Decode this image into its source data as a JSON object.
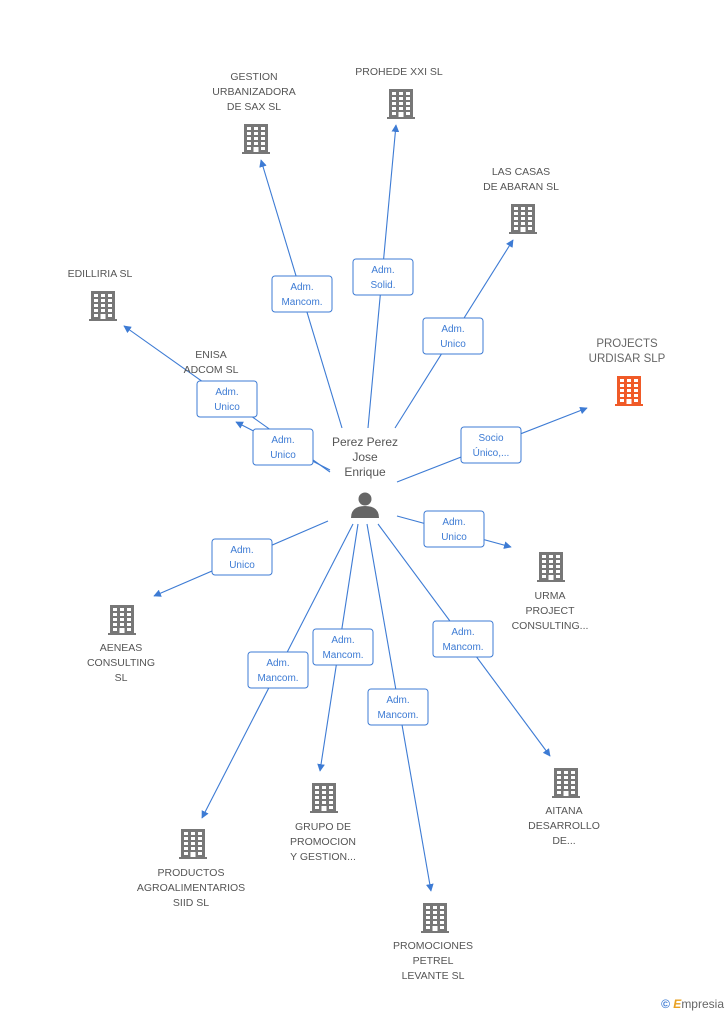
{
  "center": {
    "name_lines": [
      "Perez Perez",
      "Jose",
      "Enrique"
    ],
    "icon": "person-icon"
  },
  "colors": {
    "company": "#777777",
    "highlight": "#f05a28",
    "edge": "#3d7bd4"
  },
  "nodes": [
    {
      "id": "gestion-urbanizadora",
      "lines": [
        "GESTION",
        "URBANIZADORA",
        "DE SAX SL"
      ],
      "relation": [
        "Adm.",
        "Mancom."
      ],
      "highlight": false
    },
    {
      "id": "prohede-xxi",
      "lines": [
        "PROHEDE XXI SL"
      ],
      "relation": [
        "Adm.",
        "Solid."
      ],
      "highlight": false
    },
    {
      "id": "las-casas-de-abaran",
      "lines": [
        "LAS CASAS",
        "DE ABARAN SL"
      ],
      "relation": [
        "Adm.",
        "Unico"
      ],
      "highlight": false
    },
    {
      "id": "edilliria",
      "lines": [
        "EDILLIRIA SL"
      ],
      "relation": [
        "Adm.",
        "Unico"
      ],
      "highlight": false
    },
    {
      "id": "enisa-adcom",
      "lines": [
        "ENISA",
        "ADCOM SL"
      ],
      "relation": [
        "Adm.",
        "Unico"
      ],
      "highlight": false
    },
    {
      "id": "projects-urdisar",
      "lines": [
        "PROJECTS",
        "URDISAR SLP"
      ],
      "relation": [
        "Socio",
        "Único,..."
      ],
      "highlight": true
    },
    {
      "id": "urma-project",
      "lines": [
        "URMA",
        "PROJECT",
        "CONSULTING..."
      ],
      "relation": [
        "Adm.",
        "Unico"
      ],
      "highlight": false
    },
    {
      "id": "aeneas-consulting",
      "lines": [
        "AENEAS",
        "CONSULTING",
        "SL"
      ],
      "relation": [
        "Adm.",
        "Unico"
      ],
      "highlight": false
    },
    {
      "id": "aitana-desarrollo",
      "lines": [
        "AITANA",
        "DESARROLLO",
        "DE..."
      ],
      "relation": [
        "Adm.",
        "Mancom."
      ],
      "highlight": false
    },
    {
      "id": "grupo-de-promocion",
      "lines": [
        "GRUPO DE",
        "PROMOCION",
        "Y GESTION..."
      ],
      "relation": [
        "Adm.",
        "Mancom."
      ],
      "highlight": false
    },
    {
      "id": "productos-agroalimentarios",
      "lines": [
        "PRODUCTOS",
        "AGROALIMENTARIOS",
        "SIID SL"
      ],
      "relation": [
        "Adm.",
        "Mancom."
      ],
      "highlight": false
    },
    {
      "id": "promociones-petrel",
      "lines": [
        "PROMOCIONES",
        "PETREL",
        "LEVANTE SL"
      ],
      "relation": [
        "Adm.",
        "Mancom."
      ],
      "highlight": false
    }
  ],
  "footer": {
    "copyright_symbol": "©",
    "brand_initial": "E",
    "brand_rest": "mpresia"
  }
}
